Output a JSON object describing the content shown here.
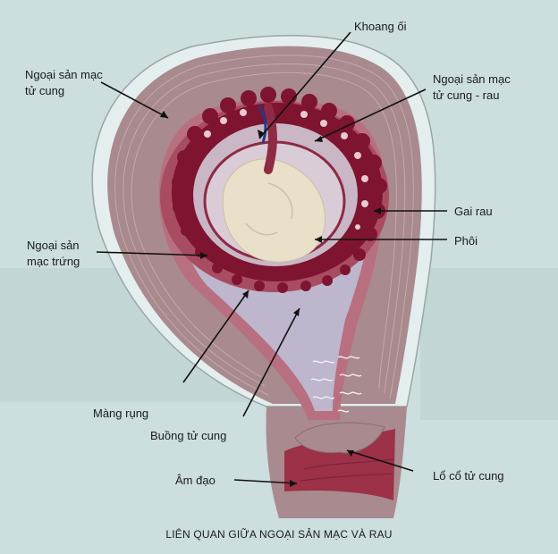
{
  "labels": {
    "khoang_oi": "Khoang ối",
    "ngoai_san_mac_tu_cung_line1": "Ngoại sản mạc",
    "ngoai_san_mac_tu_cung_line2": "tử cung",
    "ngoai_san_mac_tu_cung_rau_line1": "Ngoại sản mạc",
    "ngoai_san_mac_tu_cung_rau_line2": "tử cung - rau",
    "gai_rau": "Gai rau",
    "phoi": "Phôi",
    "ngoai_san_mac_trung_line1": "Ngoại sản",
    "ngoai_san_mac_trung_line2": "mạc trứng",
    "mang_rung": "Màng rụng",
    "buong_tu_cung": "Buồng tử cung",
    "am_dao": "Âm đạo",
    "lo_co_tu_cung": "Lổ cổ tử cung"
  },
  "caption": "LIÊN QUAN GIỮA NGOẠI SẢN MẠC VÀ RAU",
  "colors": {
    "background": "#ccdede",
    "uterine_wall": "#a98a8e",
    "decidua": "#9c3148",
    "villi": "#7e1430",
    "cavity": "#bdb6cc",
    "embryo": "#eadfc8",
    "vessel": "#1f3a8a"
  }
}
